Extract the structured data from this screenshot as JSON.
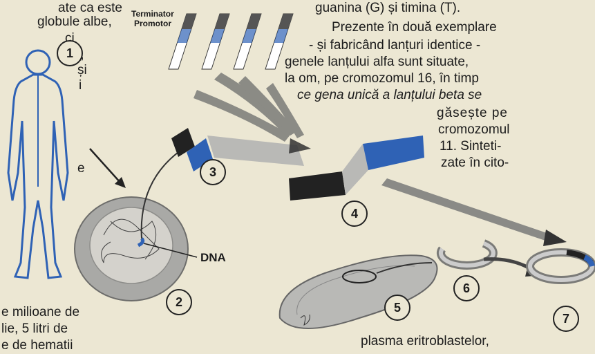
{
  "left_text": {
    "line1": "ate ca este",
    "line2": "globule albe,",
    "line3": "ci",
    "line4": "-,",
    "line5": "și",
    "line6": "i",
    "line7": "e",
    "bottom1": "e milioane de",
    "bottom2": "lie, 5 litri de",
    "bottom3": "e de hematii"
  },
  "right_text": {
    "l1": "guanina (G) și timina (T).",
    "l2": "Prezente în două exemplare",
    "l3": "- și fabricând lanțuri identice -",
    "l4": "genele lanțului alfa sunt situate,",
    "l5": "la om, pe cromozomul 16, în timp",
    "l6": "ce gena unică a lanțului beta se",
    "l7": "găsește pe",
    "l8": "cromozomul",
    "l9": "11. Sinteti-",
    "l10": "zate în cito-"
  },
  "bottom_text": {
    "b1": "plasma eritroblastelor,"
  },
  "labels": {
    "terminator": "Terminator",
    "promotor": "Promotor",
    "dna": "DNA"
  },
  "steps": [
    "1",
    "2",
    "3",
    "4",
    "5",
    "6",
    "7"
  ],
  "colors": {
    "accent_blue": "#2f62b5",
    "background": "#ece7d3"
  }
}
